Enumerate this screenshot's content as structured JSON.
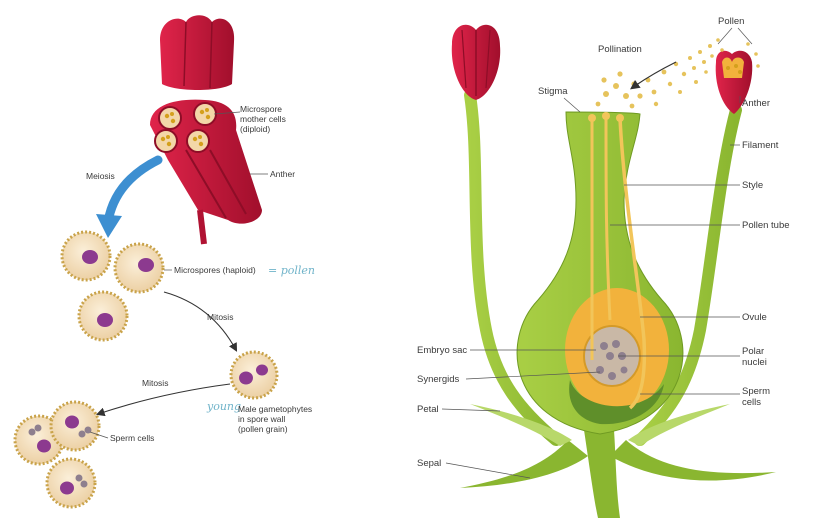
{
  "left_panel": {
    "labels": {
      "microspore_mother_cells": [
        "Microspore",
        "mother cells",
        "(diploid)"
      ],
      "anther": "Anther",
      "meiosis": "Meiosis",
      "microspores": "Microspores (haploid)",
      "mitosis_1": "Mitosis",
      "mitosis_2": "Mitosis",
      "male_gametophytes": [
        "Male gametophytes",
        "in spore wall",
        "(pollen grain)"
      ],
      "sperm_cells": "Sperm cells"
    },
    "handwritten": {
      "pollen_note": "= pollen",
      "young_note": "young"
    }
  },
  "right_panel": {
    "labels": {
      "pollen": "Pollen",
      "pollination": "Pollination",
      "stigma": "Stigma",
      "anther": "Anther",
      "filament": "Filament",
      "style": "Style",
      "pollen_tube": "Pollen tube",
      "ovule": "Ovule",
      "embryo_sac": "Embryo sac",
      "polar_nuclei": [
        "Polar",
        "nuclei"
      ],
      "synergids": "Synergids",
      "sperm_cells": [
        "Sperm",
        "cells"
      ],
      "petal": "Petal",
      "sepal": "Sepal"
    }
  },
  "colors": {
    "anther_red": "#c8163a",
    "anther_dark": "#8e0d27",
    "plant_green": "#9cc53a",
    "plant_dark": "#6f9a22",
    "ovule_orange": "#f2b23c",
    "pollen_yellow": "#e6c35c",
    "nucleus_purple": "#8c3a8f",
    "cell_cream": "#f6e4c6",
    "meiosis_arrow": "#3d8fd1"
  }
}
